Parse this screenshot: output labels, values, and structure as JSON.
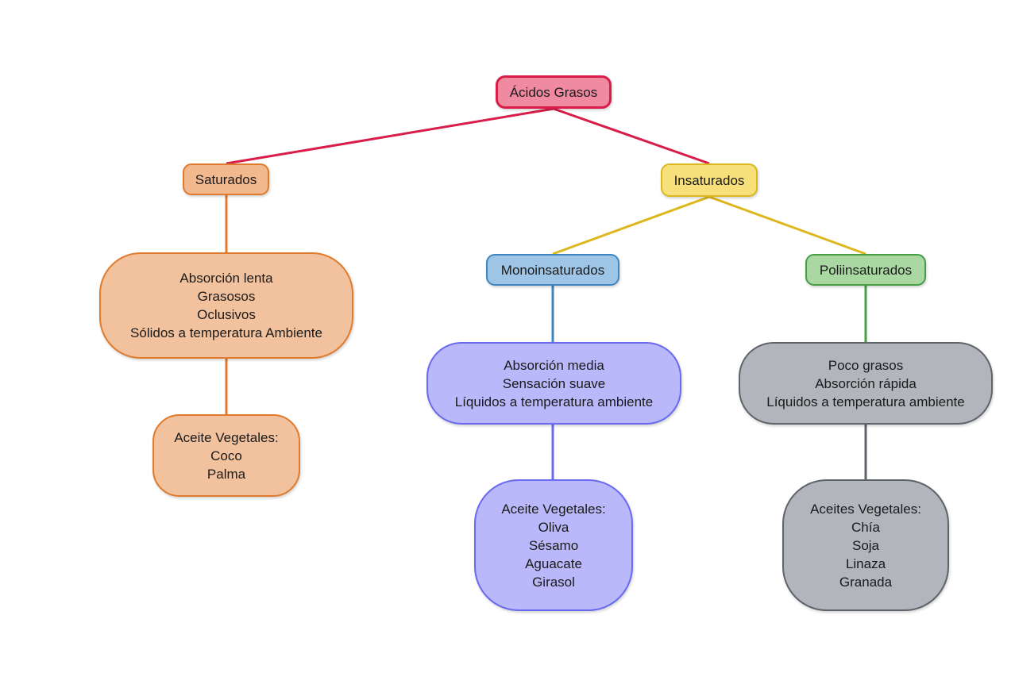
{
  "colors": {
    "root_line": "#d81e48",
    "saturados_line": "#e07a2c",
    "insaturados_line": "#dcb81e",
    "mono_line": "#3f86bf",
    "mono_props_line": "#6a6af0",
    "poli_line": "#46a043",
    "poli_props_line": "#5f636a"
  },
  "nodes": {
    "root": {
      "lines": [
        "Ácidos Grasos"
      ]
    },
    "saturados": {
      "lines": [
        "Saturados"
      ]
    },
    "insaturados": {
      "lines": [
        "Insaturados"
      ]
    },
    "monoinsaturados": {
      "lines": [
        "Monoinsaturados"
      ]
    },
    "poliinsaturados": {
      "lines": [
        "Poliinsaturados"
      ]
    },
    "saturados_props": {
      "lines": [
        "Absorción lenta",
        "Grasosos",
        "Oclusivos",
        "Sólidos a temperatura Ambiente"
      ]
    },
    "saturados_oils": {
      "lines": [
        "Aceite Vegetales:",
        "Coco",
        "Palma"
      ]
    },
    "mono_props": {
      "lines": [
        "Absorción media",
        "Sensación suave",
        "Líquidos a temperatura ambiente"
      ]
    },
    "mono_oils": {
      "lines": [
        "Aceite Vegetales:",
        "Oliva",
        "Sésamo",
        "Aguacate",
        "Girasol"
      ]
    },
    "poli_props": {
      "lines": [
        "Poco grasos",
        "Absorción rápida",
        "Líquidos a temperatura ambiente"
      ]
    },
    "poli_oils": {
      "lines": [
        "Aceites Vegetales:",
        "Chía",
        "Soja",
        "Linaza",
        "Granada"
      ]
    }
  }
}
